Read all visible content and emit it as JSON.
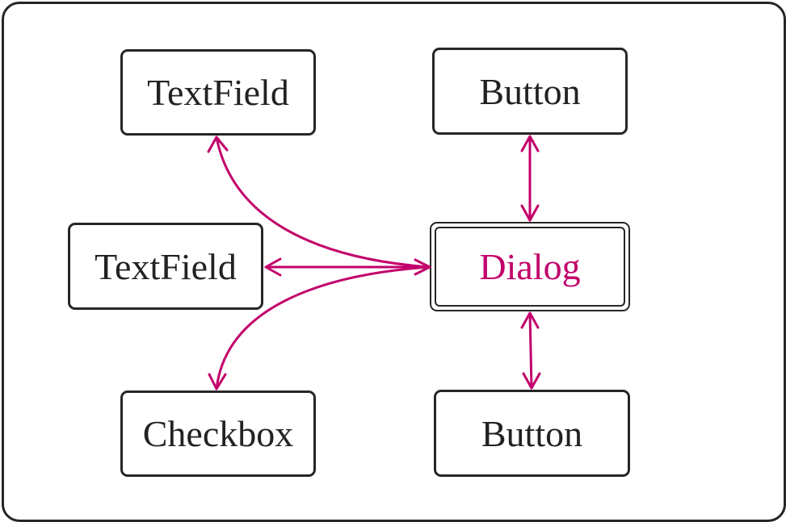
{
  "diagram": {
    "accent_color": "#c2006b",
    "border_color": "#262626",
    "nodes": {
      "textfield_top": "TextField",
      "textfield_mid": "TextField",
      "checkbox": "Checkbox",
      "button_top": "Button",
      "dialog": "Dialog",
      "button_bottom": "Button"
    },
    "edges": [
      {
        "from": "dialog",
        "to": "textfield_top",
        "direction": "both"
      },
      {
        "from": "dialog",
        "to": "textfield_mid",
        "direction": "both"
      },
      {
        "from": "dialog",
        "to": "checkbox",
        "direction": "both"
      },
      {
        "from": "dialog",
        "to": "button_top",
        "direction": "both"
      },
      {
        "from": "dialog",
        "to": "button_bottom",
        "direction": "both"
      }
    ]
  }
}
